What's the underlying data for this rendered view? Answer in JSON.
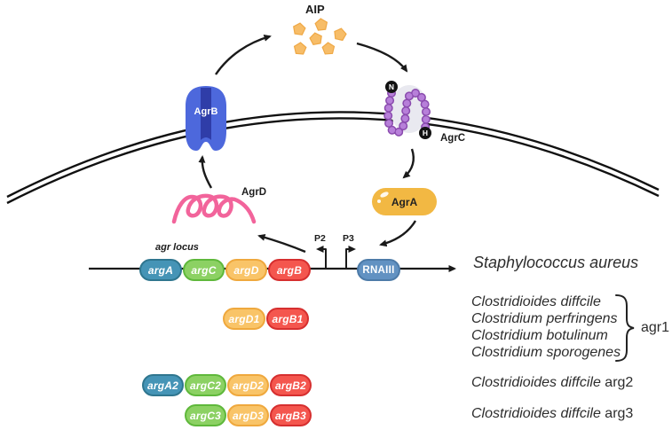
{
  "diagram": {
    "aip_label": "AIP",
    "agrb_label": "AgrB",
    "agrc_label": "AgrC",
    "agrd_label": "AgrD",
    "agra_label": "AgrA",
    "n_terminus": "N",
    "h_terminus": "H",
    "locus_label": "agr locus",
    "p2_label": "P2",
    "p3_label": "P3",
    "rnaiii_label": "RNAIII"
  },
  "gene_rows": {
    "staph": [
      "argA",
      "argC",
      "argD",
      "argB"
    ],
    "agr1": [
      "argD1",
      "argB1"
    ],
    "arg2": [
      "argA2",
      "argC2",
      "argD2",
      "argB2"
    ],
    "arg3": [
      "argC3",
      "argD3",
      "argB3"
    ]
  },
  "species": {
    "staph": "Staphylococcus aureus",
    "agr1_lines": [
      "Clostridioides diffcile",
      "Clostridium perfringens",
      "Clostridium botulinum",
      "Clostridium sporogenes"
    ],
    "agr1_label": "agr1",
    "arg2_italic": "Clostridioides diffcile",
    "arg2_plain": " arg2",
    "arg3_italic": "Clostridioides diffcile",
    "arg3_plain": " arg3"
  },
  "colors": {
    "aip_pentagon": "#F7BD68",
    "aip_pentagon_border": "#EFA845",
    "agrb_body": "#4D68DC",
    "agrb_channel": "#2F3DA8",
    "agrc_bead": "#B77FD9",
    "agrc_bead_outline": "#8A4BAE",
    "agrd_coil": "#F2649B",
    "agra_body": "#F2B843",
    "gene_blue": "#4594B6",
    "gene_green": "#8CD163",
    "gene_orange": "#F9C468",
    "gene_red": "#F4564E",
    "rnaiii_blue": "#6292C2",
    "line_black": "#1a1a1a"
  }
}
